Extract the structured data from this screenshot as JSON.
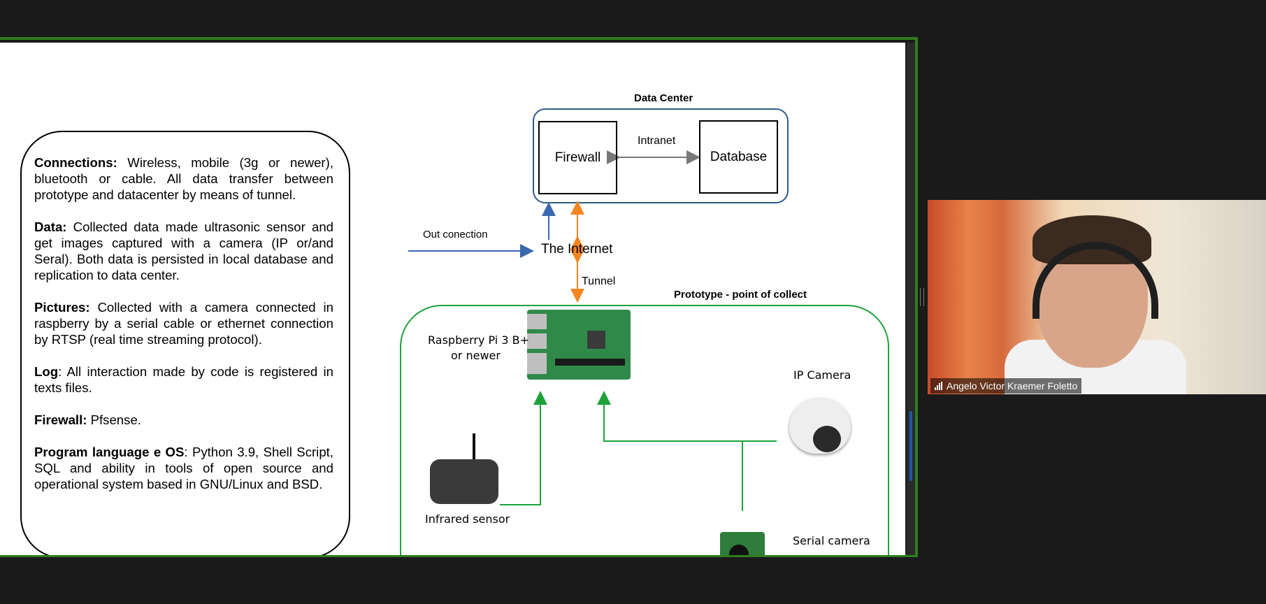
{
  "slide": {
    "info": [
      {
        "label": "Connections:",
        "text": " Wireless, mobile (3g or newer), bluetooth or cable. All data transfer between prototype and datacenter by means of tunnel."
      },
      {
        "label": "Data:",
        "text": " Collected data made ultrasonic sensor and get images captured with a camera (IP or/and Seral). Both data is persisted in local database and replication to data center."
      },
      {
        "label": "Pictures:",
        "text": " Collected with a camera connected in raspberry by a serial cable or ethernet connection by RTSP (real time streaming protocol)."
      },
      {
        "label": "Log",
        "text": ": All interaction made by code is registered in texts files."
      },
      {
        "label": "Firewall:",
        "text": " Pfsense."
      },
      {
        "label": "Program language e OS",
        "text": ": Python 3.9, Shell Script, SQL and ability in tools of open source and operational system based in GNU/Linux and BSD."
      }
    ],
    "diagram": {
      "data_center_title": "Data Center",
      "firewall": "Firewall",
      "database": "Database",
      "intranet": "Intranet",
      "out_connection": "Out conection",
      "internet": "The Internet",
      "tunnel": "Tunnel",
      "prototype_title": "Prototype - point of collect",
      "raspberry_line1": "Raspberry Pi 3 B+",
      "raspberry_line2": "or newer",
      "ip_camera": "IP Camera",
      "infrared_sensor": "Infrared sensor",
      "serial_camera": "Serial camera"
    }
  },
  "participant": {
    "name": "Angelo Victor Kraemer Foletto"
  },
  "colors": {
    "share_border": "#2f7d1f",
    "data_center_frame": "#2e5c8a",
    "prototype_frame": "#1fa23a",
    "arrow_blue": "#3a68b0",
    "arrow_orange": "#f5851f",
    "arrow_green": "#1fa23a"
  }
}
